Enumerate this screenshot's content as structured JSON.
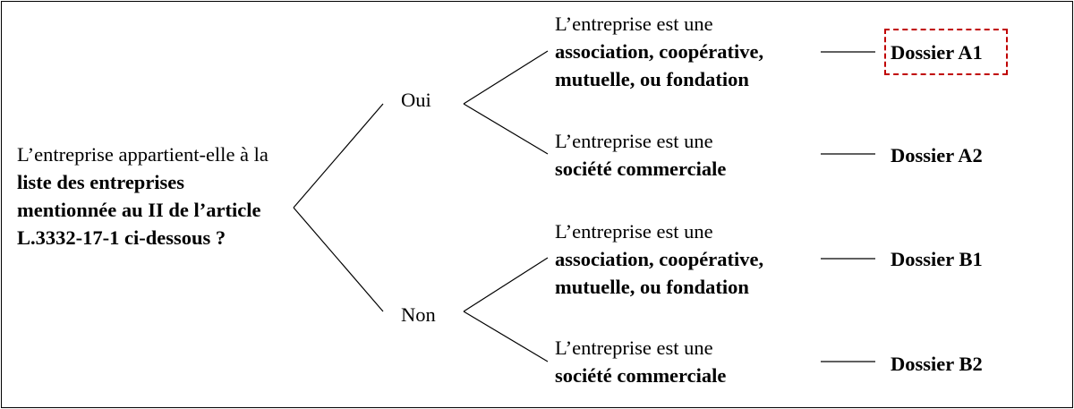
{
  "diagram": {
    "question": {
      "pre": "L’entreprise appartient-elle à la ",
      "bold": "liste des entreprises mentionnée au II de l’article L.3332-17-1 ci-dessous ?"
    },
    "branches": {
      "oui": "Oui",
      "non": "Non"
    },
    "leaves": {
      "a1": {
        "line1": "L’entreprise est une",
        "bold": "association, coopérative, mutuelle, ou fondation"
      },
      "a2": {
        "line1": "L’entreprise est une",
        "bold": "société commerciale"
      },
      "b1": {
        "line1": "L’entreprise est une",
        "bold": "association, coopérative, mutuelle, ou fondation"
      },
      "b2": {
        "line1": "L’entreprise est une",
        "bold": "société commerciale"
      }
    },
    "results": {
      "a1": "Dossier A1",
      "a2": "Dossier A2",
      "b1": "Dossier B1",
      "b2": "Dossier B2"
    },
    "colors": {
      "highlight": "#c00000",
      "line": "#000000"
    }
  }
}
